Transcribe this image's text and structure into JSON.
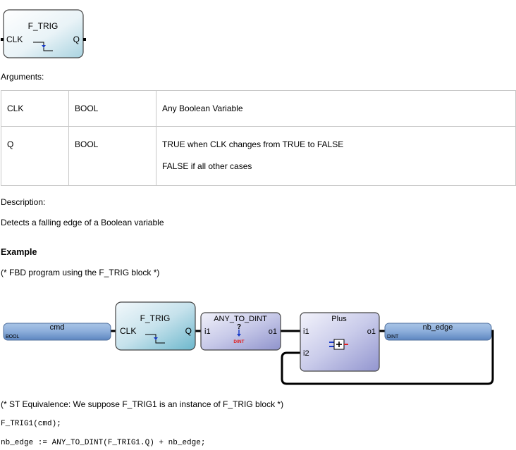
{
  "top_block": {
    "name": "F_TRIG",
    "input": "CLK",
    "output": "Q"
  },
  "arguments_heading": "Arguments:",
  "arguments": [
    {
      "name": "CLK",
      "type": "BOOL",
      "description": [
        "Any Boolean Variable"
      ]
    },
    {
      "name": "Q",
      "type": "BOOL",
      "description": [
        "TRUE when CLK changes from TRUE to FALSE",
        "FALSE if all other cases"
      ]
    }
  ],
  "description_heading": "Description:",
  "description_text": "Detects a falling edge of a Boolean variable",
  "example_heading": "Example",
  "fbd_comment": "(* FBD program using the F_TRIG block *)",
  "diagram": {
    "input_var": {
      "name": "cmd",
      "type": "BOOL"
    },
    "ftrig": {
      "name": "F_TRIG",
      "input": "CLK",
      "output": "Q"
    },
    "convert": {
      "name": "ANY_TO_DINT",
      "input": "i1",
      "output": "o1",
      "q_mark": "?",
      "type": "DINT"
    },
    "plus": {
      "name": "Plus",
      "input1": "i1",
      "input2": "i2",
      "output": "o1"
    },
    "output_var": {
      "name": "nb_edge",
      "type": "DINT"
    }
  },
  "st_comment": "(* ST Equivalence: We suppose F_TRIG1 is an instance of F_TRIG block *)",
  "st_code": [
    "F_TRIG1(cmd);",
    "nb_edge := ANY_TO_DINT(F_TRIG1.Q) + nb_edge;"
  ]
}
